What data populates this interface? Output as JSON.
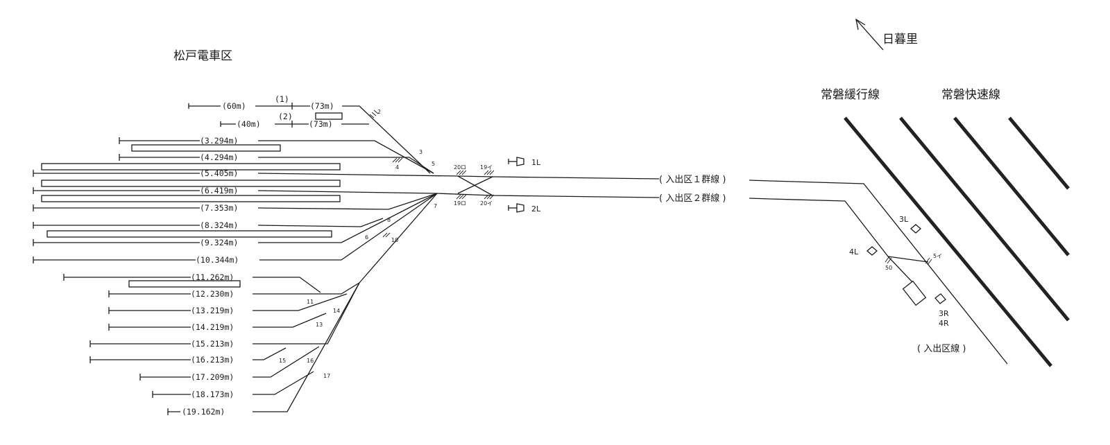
{
  "titles": {
    "depot": "松戸電車区",
    "direction": "日暮里",
    "local_line": "常磐緩行線",
    "rapid_line": "常磐快速線",
    "entry_line": "( 入出区線 )"
  },
  "tracks": [
    {
      "label": "(60m)"
    },
    {
      "label": "(1)"
    },
    {
      "label": "(73m)"
    },
    {
      "label": "(40m)"
    },
    {
      "label": "(2)"
    },
    {
      "label": "(73m)"
    },
    {
      "label": "(3.294m)"
    },
    {
      "label": "(4.294m)"
    },
    {
      "label": "(5.405m)"
    },
    {
      "label": "(6.419m)"
    },
    {
      "label": "(7.353m)"
    },
    {
      "label": "(8.324m)"
    },
    {
      "label": "(9.324m)"
    },
    {
      "label": "(10.344m)"
    },
    {
      "label": "(11.262m)"
    },
    {
      "label": "(12.230m)"
    },
    {
      "label": "(13.219m)"
    },
    {
      "label": "(14.219m)"
    },
    {
      "label": "(15.213m)"
    },
    {
      "label": "(16.213m)"
    },
    {
      "label": "(17.209m)"
    },
    {
      "label": "(18.173m)"
    },
    {
      "label": "(19.162m)"
    }
  ],
  "groups": {
    "g1": "( 入出区１群線 )",
    "g2": "( 入出区２群線 )"
  },
  "switches": [
    "2",
    "3",
    "4",
    "5",
    "6",
    "7",
    "8",
    "10",
    "11",
    "14",
    "13",
    "15",
    "16",
    "17",
    "20ロ",
    "19イ",
    "19ロ",
    "20イ",
    "5イ",
    "50"
  ],
  "signals": {
    "s1L": "1L",
    "s2L": "2L",
    "s3L": "3L",
    "s4L": "4L",
    "s3R": "3R",
    "s4R": "4R"
  }
}
